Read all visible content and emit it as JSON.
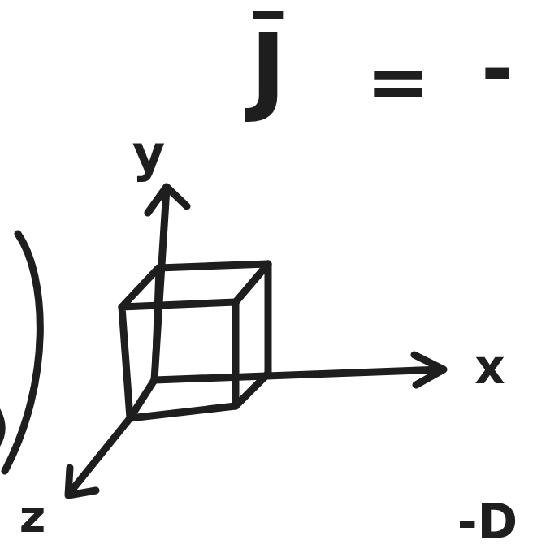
{
  "diagram": {
    "labels": [
      "J̄",
      "=",
      "-",
      "y",
      "x",
      "z",
      "-D"
    ]
  }
}
